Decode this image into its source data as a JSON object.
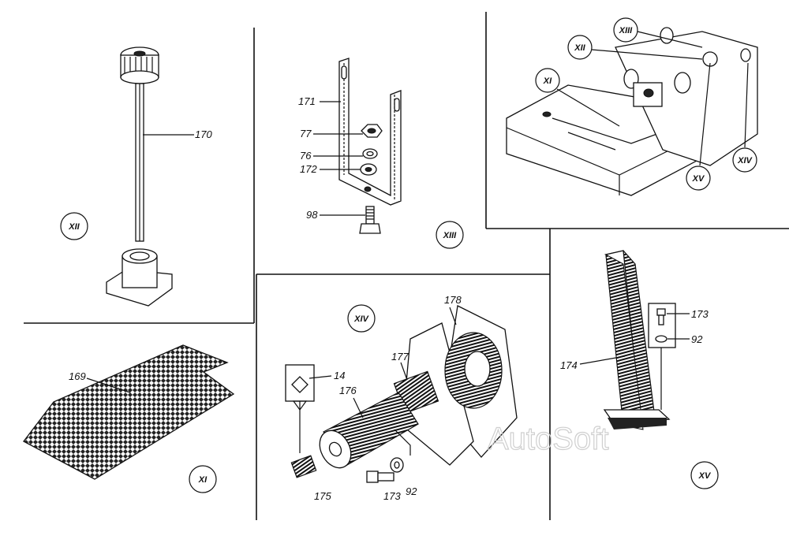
{
  "watermark": "AutoSoft",
  "panels": {
    "xii": {
      "roman": "XII",
      "parts": {
        "p170": "170"
      }
    },
    "xiii": {
      "roman": "XIII",
      "parts": {
        "p171": "171",
        "p77": "77",
        "p76": "76",
        "p172": "172",
        "p98": "98"
      }
    },
    "overview": {
      "callouts": [
        "XI",
        "XII",
        "XIII",
        "XIV",
        "XV"
      ]
    },
    "xi": {
      "roman": "XI",
      "parts": {
        "p169": "169"
      }
    },
    "xiv": {
      "roman": "XIV",
      "parts": {
        "p178": "178",
        "p177": "177",
        "p14": "14",
        "p176": "176",
        "p175": "175",
        "p173": "173",
        "p92": "92"
      }
    },
    "xv": {
      "roman": "XV",
      "parts": {
        "p173": "173",
        "p92": "92",
        "p174": "174"
      }
    }
  }
}
